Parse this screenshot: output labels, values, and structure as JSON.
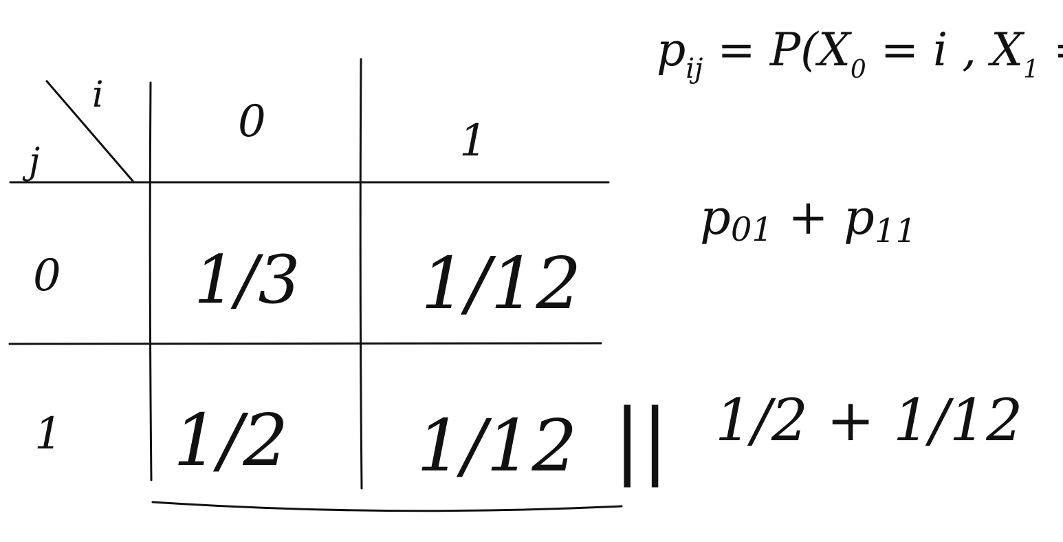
{
  "table": {
    "corner_top": "i",
    "corner_bottom": "j",
    "col_headers": [
      "0",
      "1"
    ],
    "row_headers": [
      "0",
      "1"
    ],
    "cells": [
      [
        "1/3",
        "1/12"
      ],
      [
        "1/2",
        "1/12"
      ]
    ]
  },
  "notes": {
    "definition": {
      "p": "p",
      "p_sub": "ij",
      "rest_a": " = P(X",
      "sub_a": "0",
      "rest_b": " = i , X",
      "sub_b": "1",
      "rest_c": " = j )"
    },
    "sum_symbolic": {
      "p1": "p",
      "s1": "01",
      "plus": " + ",
      "p2": "p",
      "s2": "11"
    },
    "sum_numeric": "1/2 + 1/12",
    "equals_sign": "||"
  }
}
